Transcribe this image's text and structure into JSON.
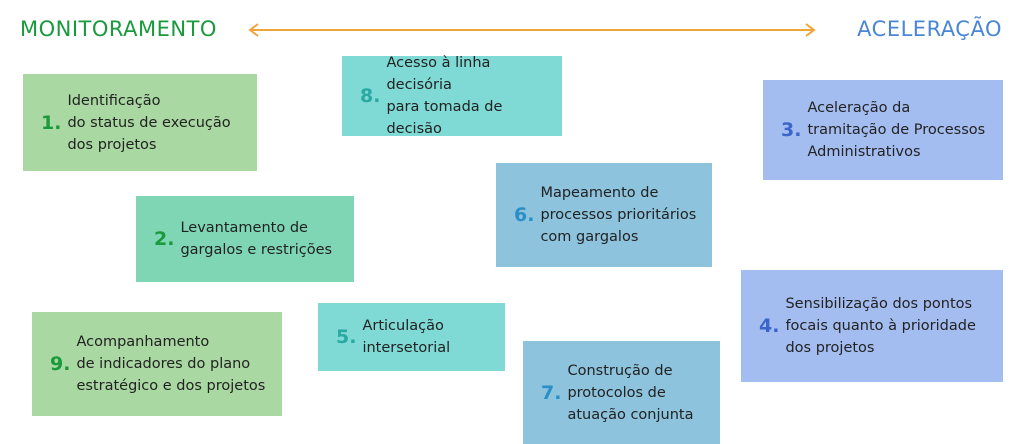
{
  "headings": {
    "left": "MONITORAMENTO",
    "right": "ACELERAÇÃO"
  },
  "colors": {
    "monitoring_green": "#1a9a3c",
    "acceleration_blue": "#4a86d6",
    "arrow_orange": "#f0a53a"
  },
  "boxes": [
    {
      "num": "1.",
      "text": "Identificação\ndo status de execução\ndos projetos"
    },
    {
      "num": "2.",
      "text": "Levantamento de\ngargalos e restrições"
    },
    {
      "num": "3.",
      "text": "Aceleração da\ntramitação de Processos\nAdministrativos"
    },
    {
      "num": "4.",
      "text": "Sensibilização dos pontos\nfocais quanto à prioridade\ndos projetos"
    },
    {
      "num": "5.",
      "text": "Articulação\nintersetorial"
    },
    {
      "num": "6.",
      "text": "Mapeamento de\nprocessos prioritários\ncom gargalos"
    },
    {
      "num": "7.",
      "text": "Construção de\nprotocolos de\natuação conjunta"
    },
    {
      "num": "8.",
      "text": "Acesso à linha decisória\npara tomada de decisão"
    },
    {
      "num": "9.",
      "text": "Acompanhamento\nde indicadores do plano\nestratégico e dos projetos"
    }
  ]
}
